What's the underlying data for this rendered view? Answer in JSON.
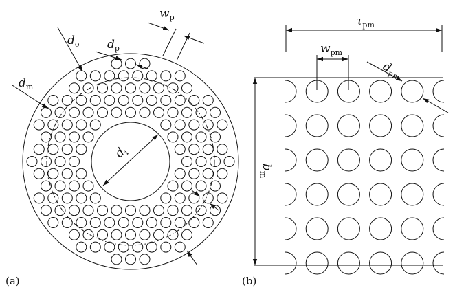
{
  "panel_a": {
    "caption": "(a)",
    "labels": {
      "w": {
        "main": "w",
        "sub": "p"
      },
      "d_o": {
        "main": "d",
        "sub": "o"
      },
      "d_p": {
        "main": "d",
        "sub": "p"
      },
      "d_m": {
        "main": "d",
        "sub": "m"
      },
      "d_i": {
        "main": "d",
        "sub": "i"
      }
    }
  },
  "panel_b": {
    "caption": "(b)",
    "labels": {
      "tau": {
        "main": "τ",
        "sub": "pm"
      },
      "w": {
        "main": "w",
        "sub": "pm"
      },
      "d": {
        "main": "d",
        "sub": "pm"
      },
      "b": {
        "main": "b",
        "sub": "m"
      }
    }
  },
  "colors": {
    "line": "#111111",
    "background": "#ffffff"
  }
}
